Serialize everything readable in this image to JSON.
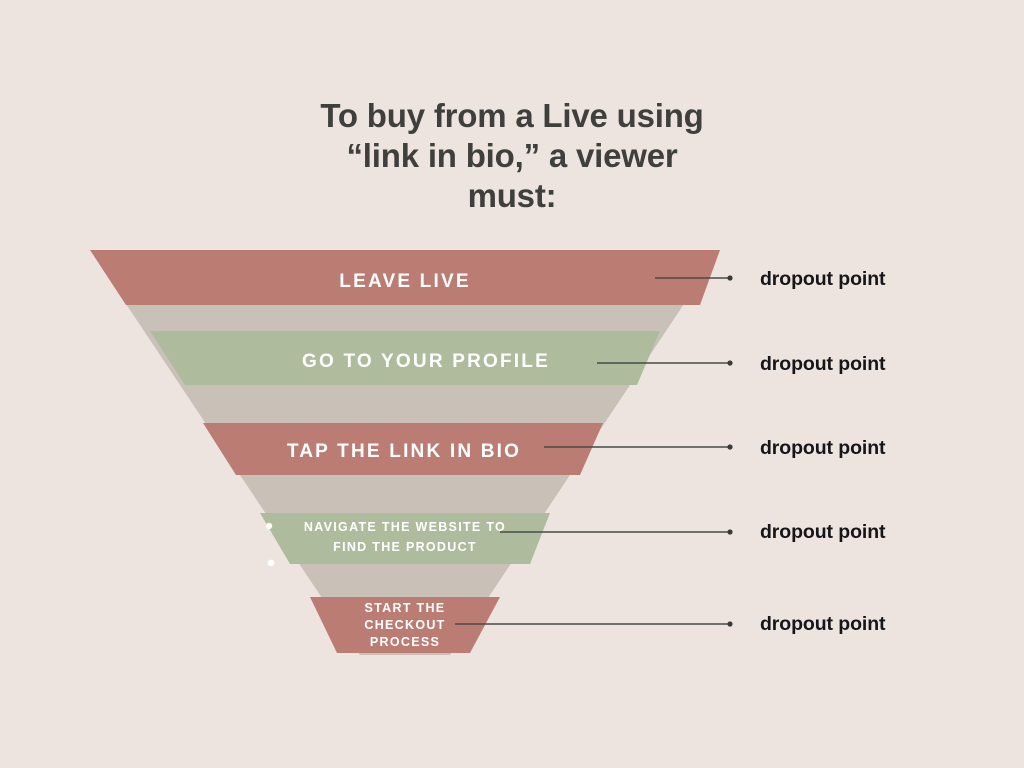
{
  "page": {
    "background_color": "#ede4df",
    "title_color": "#3f3f3d"
  },
  "title": {
    "line1": "To buy from a Live using",
    "line2": "“link in bio,” a viewer",
    "line3": "must:"
  },
  "palette": {
    "terracotta": "#bb7d73",
    "sage": "#aebc9d",
    "funnel_tan": "#c9c1b8",
    "leader_line": "#4a4a48",
    "label_text": "#16161a",
    "band_text": "#ffffff"
  },
  "chart_data": {
    "type": "funnel",
    "title": "To buy from a Live using “link in bio,” a viewer must:",
    "xlabel": "",
    "ylabel": "",
    "legend": [],
    "annotations": [
      "dropout point",
      "dropout point",
      "dropout point",
      "dropout point",
      "dropout point"
    ],
    "stages": [
      {
        "index": 1,
        "label": "LEAVE LIVE",
        "lines": [
          "LEAVE LIVE"
        ],
        "color": "#bb7d73",
        "annotation": "dropout point",
        "width_pct": 100
      },
      {
        "index": 2,
        "label": "GO TO YOUR PROFILE",
        "lines": [
          "GO TO YOUR PROFILE"
        ],
        "color": "#aebc9d",
        "annotation": "dropout point",
        "width_pct": 79
      },
      {
        "index": 3,
        "label": "TAP THE LINK IN BIO",
        "lines": [
          "TAP THE LINK IN BIO"
        ],
        "color": "#bb7d73",
        "annotation": "dropout point",
        "width_pct": 59
      },
      {
        "index": 4,
        "label": "NAVIGATE THE WEBSITE TO FIND THE PRODUCT",
        "lines": [
          "NAVIGATE THE WEBSITE TO",
          "FIND THE PRODUCT"
        ],
        "color": "#aebc9d",
        "annotation": "dropout point",
        "width_pct": 39
      },
      {
        "index": 5,
        "label": "START THE CHECKOUT PROCESS",
        "lines": [
          "START THE",
          "CHECKOUT",
          "PROCESS"
        ],
        "color": "#bb7d73",
        "annotation": "dropout point",
        "width_pct": 20
      }
    ]
  },
  "dropouts": [
    {
      "text": "dropout point"
    },
    {
      "text": "dropout point"
    },
    {
      "text": "dropout point"
    },
    {
      "text": "dropout point"
    },
    {
      "text": "dropout point"
    }
  ]
}
